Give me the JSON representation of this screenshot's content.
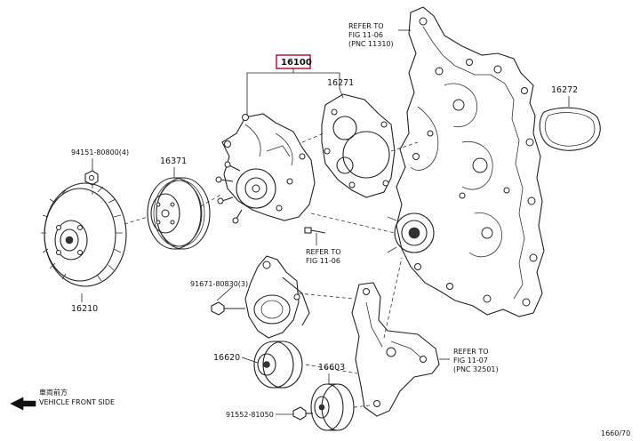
{
  "assembly": {
    "part_number": "16100",
    "box_color": "#b0173a"
  },
  "parts": {
    "gasket_16271": "16271",
    "gasket_16272": "16272",
    "fan_clutch": "16210",
    "pulley": "16371",
    "fan_nut": "94151-80800(4)",
    "bolt_91671": "91671-80830(3)",
    "tensioner": "16620",
    "idler_pulley": "16603",
    "bolt_91552": "91552-81050"
  },
  "references": {
    "timing_cover": {
      "line1": "REFER TO",
      "line2": "FIG 11-06",
      "line3": "(PNC 11310)"
    },
    "bolt_ref": {
      "line1": "REFER TO",
      "line2": "FIG 11-06"
    },
    "bracket_ref": {
      "line1": "REFER TO",
      "line2": "FIG 11-07",
      "line3": "(PNC 32501)"
    }
  },
  "direction": {
    "jp_label": "車両前方",
    "label": "VEHICLE FRONT SIDE"
  },
  "figure_id": "1660/70"
}
